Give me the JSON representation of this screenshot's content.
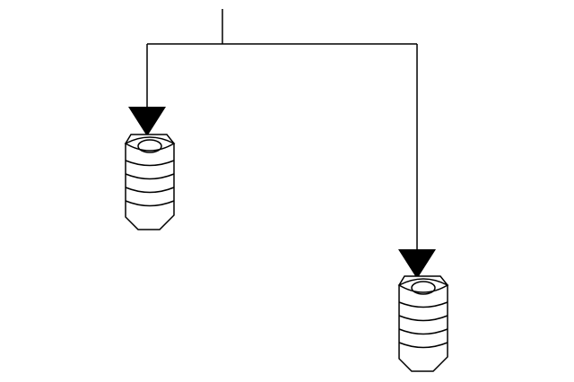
{
  "diagram": {
    "nodes": [
      {
        "id": "left-cylinder",
        "icon": "stacked-cylinder-icon"
      },
      {
        "id": "right-cylinder",
        "icon": "stacked-cylinder-icon"
      }
    ],
    "connectors": [
      {
        "from": "input-line",
        "to": "left-cylinder",
        "style": "arrow-solid"
      },
      {
        "from": "input-line",
        "to": "right-cylinder",
        "style": "arrow-solid"
      }
    ],
    "colors": {
      "stroke": "#000000",
      "fill": "#ffffff"
    }
  }
}
